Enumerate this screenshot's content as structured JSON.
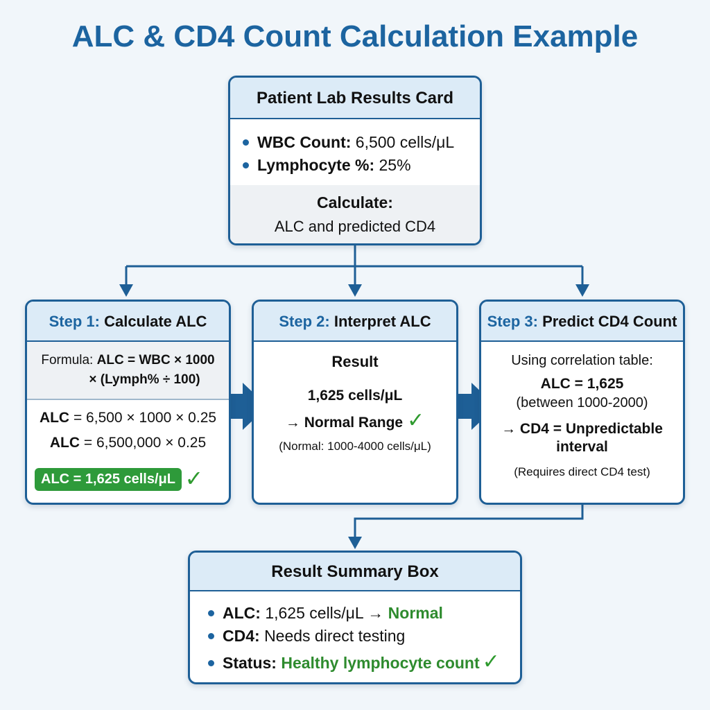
{
  "title": "ALC & CD4 Count Calculation Example",
  "colors": {
    "accent": "#1c64a0",
    "header_fill": "#dcebf7",
    "green": "#2e8b2e",
    "badge_green": "#2e9a3a"
  },
  "lab_card": {
    "title": "Patient Lab Results Card",
    "wbc_label": "WBC Count:",
    "wbc_value": "6,500 cells/μL",
    "lymph_label": "Lymphocyte %:",
    "lymph_value": "25%",
    "calc_label": "Calculate:",
    "calc_text": "ALC and predicted CD4"
  },
  "step1": {
    "step_no": "Step 1:",
    "title": "Calculate ALC",
    "formula_prefix": "Formula:",
    "formula_line1": "ALC = WBC × 1000",
    "formula_line2": "× (Lymph% ÷ 100)",
    "alc_label": "ALC",
    "calc_line1": "= 6,500 × 1000 × 0.25",
    "calc_line2": "= 6,500,000 × 0.25",
    "result": "ALC = 1,625 cells/μL",
    "check": "✓"
  },
  "step2": {
    "step_no": "Step 2:",
    "title": "Interpret ALC Result",
    "value": "1,625 cells/μL",
    "range_text": "→ Normal Range",
    "check": "✓",
    "normal_note": "(Normal: 1000-4000 cells/μL)"
  },
  "step3": {
    "step_no": "Step 3:",
    "title": "Predict CD4 Count",
    "using": "Using correlation table:",
    "alc_value": "ALC = 1,625",
    "between": "(between 1000-2000)",
    "cd4_line1": "→ CD4 = Unpredictable",
    "cd4_line2": "interval",
    "requires": "(Requires direct CD4 test)"
  },
  "summary": {
    "title": "Result Summary Box",
    "alc_label": "ALC:",
    "alc_value": "1,625 cells/μL →",
    "alc_status": "Normal",
    "cd4_label": "CD4:",
    "cd4_value": "Needs direct testing",
    "status_label": "Status:",
    "status_value": "Healthy lymphocyte count",
    "check": "✓"
  }
}
